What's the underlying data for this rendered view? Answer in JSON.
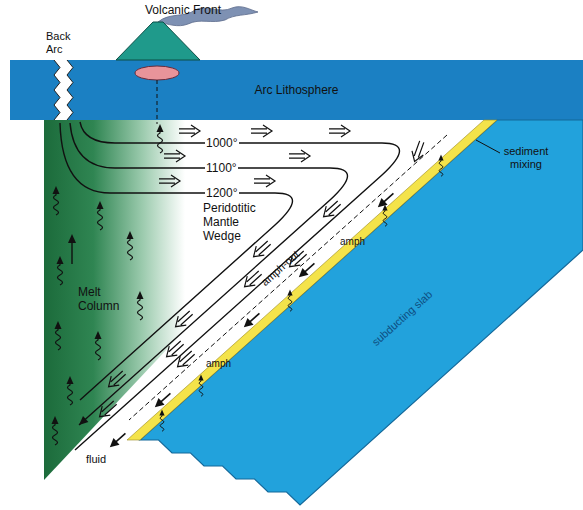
{
  "diagram": {
    "nodes": [
      {
        "text": [
          "Arc Lithosphere"
        ]
      },
      {
        "text": [
          "Melt Column"
        ]
      },
      {
        "text": [
          "subducting slab"
        ]
      }
    ],
    "labels": [
      "Volcanic Front",
      "Back Arc",
      "1000°",
      "1100°",
      "1200°",
      "Peridotitic Mantle Wedge",
      "sediment mixing",
      "amph-out",
      "amph",
      "amph",
      "fluid"
    ]
  }
}
